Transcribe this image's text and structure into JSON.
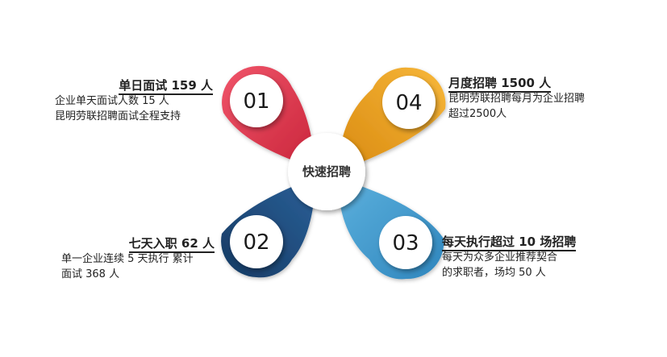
{
  "center": {
    "label": "快速招聘"
  },
  "items": [
    {
      "number": "01",
      "title": "单日面试 159 人",
      "desc_lines": [
        "企业单天面试人数 15 人",
        "昆明劳联招聘面试全程支持"
      ],
      "color": "#e8374a"
    },
    {
      "number": "02",
      "title": "七天入职 62 人",
      "desc_lines": [
        "单一企业连续 5 天执行  累计",
        "面试 368 人"
      ],
      "color": "#1f4f82"
    },
    {
      "number": "03",
      "title": "每天执行超过 10 场招聘",
      "desc_lines": [
        "每天为众多企业推荐契合",
        "的求职者，场均 50 人"
      ],
      "color": "#3f97cc"
    },
    {
      "number": "04",
      "title": "月度招聘 1500 人",
      "desc_lines": [
        "昆明劳联招聘每月为企业招聘",
        "超过2500人"
      ],
      "color": "#f0a522"
    }
  ]
}
